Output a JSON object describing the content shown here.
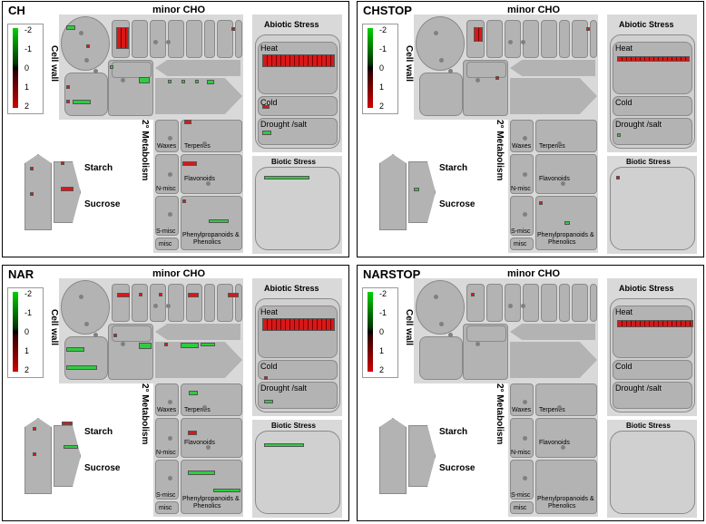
{
  "panels": [
    {
      "id": "ch",
      "title": "CH"
    },
    {
      "id": "chstop",
      "title": "CHSTOP"
    },
    {
      "id": "nar",
      "title": "NAR"
    },
    {
      "id": "narstop",
      "title": "NARSTOP"
    }
  ],
  "labels": {
    "minor_cho": "minor CHO",
    "abiotic_stress": "Abiotic Stress",
    "biotic_stress": "Biotic Stress",
    "cell_wall": "Cell wall",
    "heat": "Heat",
    "cold": "Cold",
    "drought_salt": "Drought /salt",
    "waxes": "Waxes",
    "terpenes": "Terpenes",
    "flavonoids": "Flavonoids",
    "n_misc": "N-misc",
    "s_misc": "S-misc",
    "misc": "misc",
    "phenyl": "Phenylpropanoids &",
    "phenolics": "Phenolics",
    "metabolism": "2° Metabolism",
    "starch": "Starch",
    "sucrose": "Sucrose"
  },
  "legend": {
    "ticks": [
      "-2",
      "-1",
      "0",
      "1",
      "2"
    ],
    "colors": {
      "green": "#00d000",
      "black": "#000000",
      "red": "#d00000"
    }
  }
}
